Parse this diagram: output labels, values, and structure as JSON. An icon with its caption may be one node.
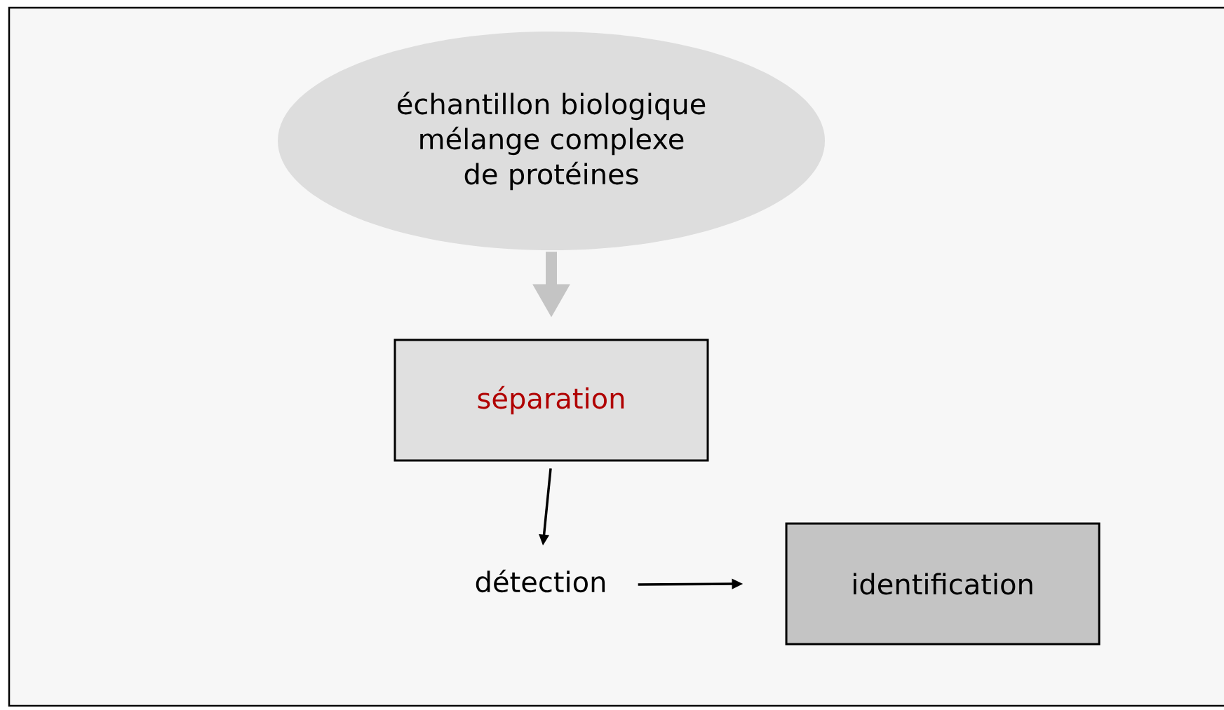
{
  "diagram": {
    "nodes": [
      {
        "text": [
          "échantillon biologique mélange complexe de protéines"
        ]
      },
      {
        "text": [
          "séparation"
        ]
      },
      {
        "text": [
          "détection"
        ]
      },
      {
        "text": [
          "identification"
        ]
      }
    ],
    "edges": [
      {
        "from": 0,
        "to": 1,
        "arrow": "to",
        "style": "thick",
        "color": "#c4c4c4"
      },
      {
        "from": 1,
        "to": 2,
        "arrow": "to"
      },
      {
        "from": 2,
        "to": 3,
        "arrow": "to"
      }
    ]
  }
}
